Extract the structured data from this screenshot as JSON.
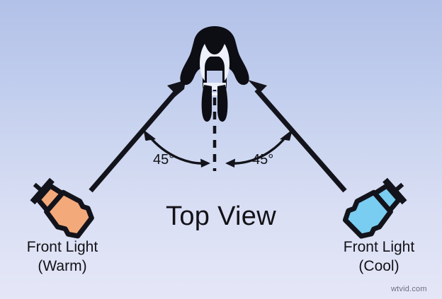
{
  "diagram": {
    "title": "Top View",
    "watermark": "wtvid.com",
    "background": {
      "gradient_top": "#b2c1e8",
      "gradient_bottom": "#e5e7f7"
    },
    "subject": {
      "name": "person-top-view-silhouette",
      "color": "#0d0d14"
    },
    "center_axis": {
      "name": "camera-axis-dashed-line",
      "style": "dashed",
      "color": "#13131b"
    },
    "angles": [
      {
        "id": "left",
        "value": "45°"
      },
      {
        "id": "right",
        "value": "45°"
      }
    ],
    "lights": [
      {
        "id": "left",
        "line1": "Front Light",
        "line2": "(Warm)",
        "body_color": "#f4a97a",
        "outline_color": "#121217",
        "beam_color": "#13131b"
      },
      {
        "id": "right",
        "line1": "Front Light",
        "line2": "(Cool)",
        "body_color": "#79cdf0",
        "outline_color": "#121217",
        "beam_color": "#13131b"
      }
    ]
  }
}
